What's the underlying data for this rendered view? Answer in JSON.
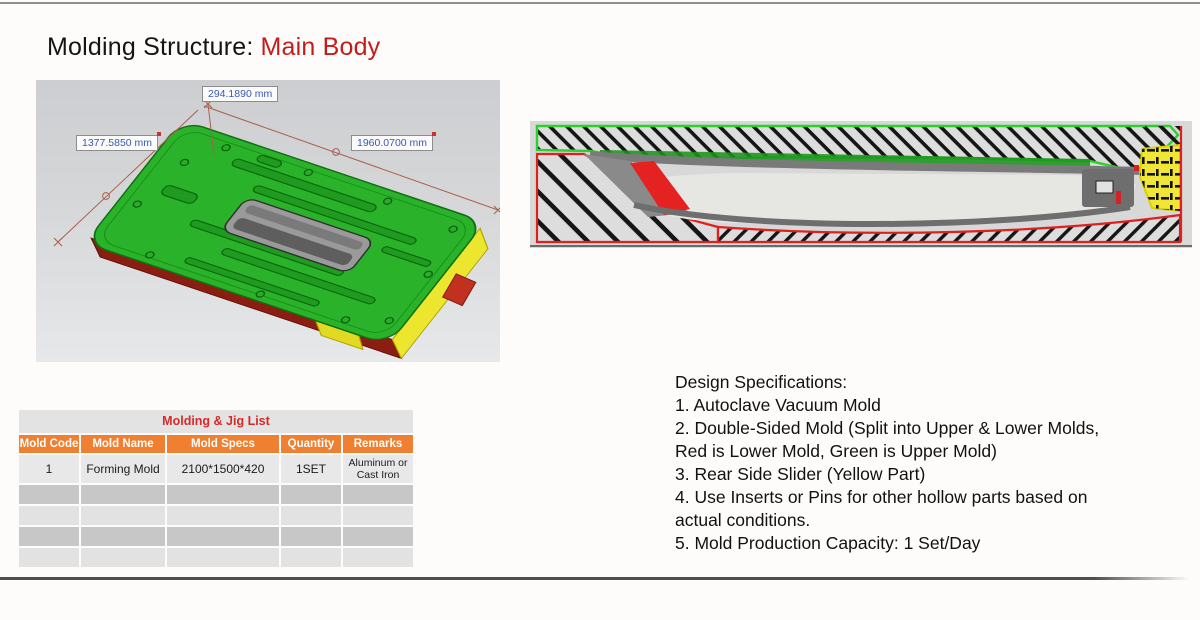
{
  "page": {
    "title_prefix": "Molding Structure:",
    "title_highlight": "Main Body"
  },
  "cad": {
    "dim_top": "294.1890 mm",
    "dim_left": "1377.5850 mm",
    "dim_right": "1960.0700 mm"
  },
  "table": {
    "title": "Molding & Jig List",
    "columns": [
      "Mold Code",
      "Mold Name",
      "Mold Specs",
      "Quantity",
      "Remarks"
    ],
    "rows": [
      [
        "1",
        "Forming Mold",
        "2100*1500*420",
        "1SET",
        "Aluminum or Cast Iron"
      ],
      [
        "",
        "",
        "",
        "",
        ""
      ],
      [
        "",
        "",
        "",
        "",
        ""
      ],
      [
        "",
        "",
        "",
        "",
        ""
      ],
      [
        "",
        "",
        "",
        "",
        ""
      ]
    ]
  },
  "specs": {
    "heading": "Design Specifications:",
    "items": [
      "1. Autoclave Vacuum Mold",
      "2. Double-Sided Mold (Split into Upper & Lower Molds, Red is Lower Mold, Green is Upper Mold)",
      "3. Rear Side Slider (Yellow Part)",
      "4. Use Inserts or Pins for other hollow parts based on actual conditions.",
      "5. Mold Production Capacity: 1 Set/Day"
    ]
  },
  "colors": {
    "title_highlight_red": "#C41B1B",
    "table_title_red": "#D42A2A",
    "table_header_orange": "#EF7F31",
    "upper_mold_green": "#2BB22B",
    "lower_mold_red": "#E01F1F",
    "slider_yellow": "#EFE636",
    "dim_text_blue": "#3A57B5"
  }
}
